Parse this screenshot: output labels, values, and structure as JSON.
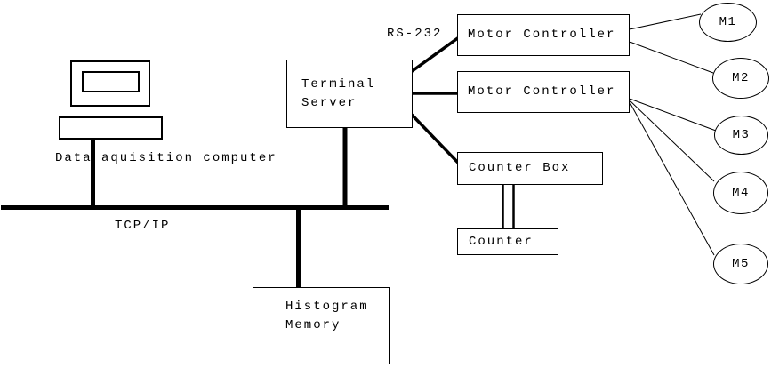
{
  "diagram": {
    "background_color": "#ffffff",
    "line_color": "#000000",
    "nodes": {
      "terminal_server": "Terminal\nServer",
      "motor_controller_1": "Motor Controller",
      "motor_controller_2": "Motor Controller",
      "counter_box": "Counter Box",
      "counter": "Counter",
      "histogram_memory": "Histogram\nMemory",
      "motors": [
        "M1",
        "M2",
        "M3",
        "M4",
        "M5"
      ]
    },
    "labels": {
      "data_acquisition": "Data aquisition computer",
      "tcpip_bus": "TCP/IP",
      "rs232": "RS-232"
    }
  }
}
